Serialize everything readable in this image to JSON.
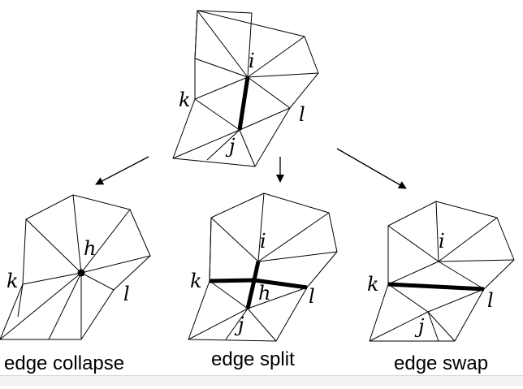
{
  "top_mesh": {
    "labels": {
      "i": "i",
      "j": "j",
      "k": "k",
      "l": "l"
    }
  },
  "collapse_mesh": {
    "labels": {
      "k": "k",
      "h": "h",
      "l": "l"
    },
    "caption": "edge collapse"
  },
  "split_mesh": {
    "labels": {
      "i": "i",
      "k": "k",
      "h": "h",
      "l": "l",
      "j": "j"
    },
    "caption": "edge split"
  },
  "swap_mesh": {
    "labels": {
      "i": "i",
      "k": "k",
      "l": "l",
      "j": "j"
    },
    "caption": "edge swap"
  }
}
